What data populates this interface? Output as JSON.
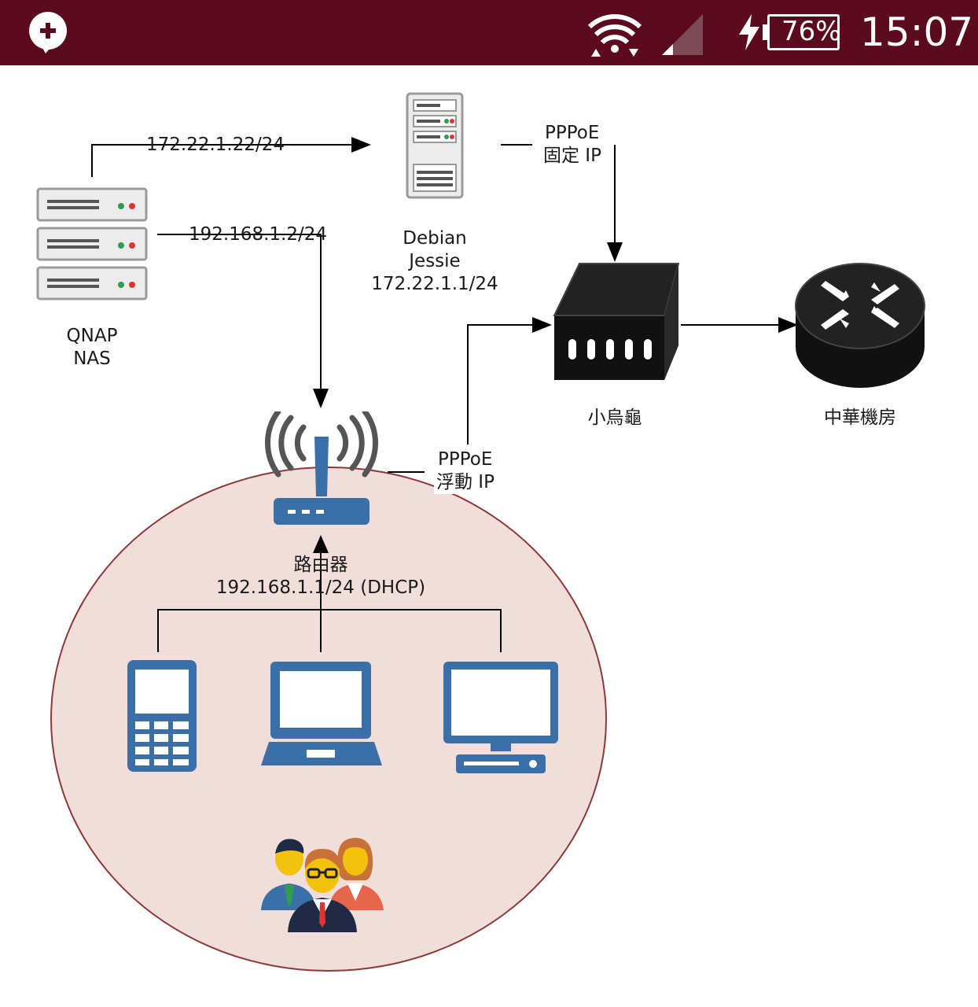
{
  "status_bar": {
    "app_icon": "chat-plus-icon",
    "wifi_icon": "wifi-icon",
    "signal_icon": "cellular-signal-icon",
    "charging_icon": "charging-bolt-icon",
    "battery_level": "76%",
    "time": "15:07",
    "background_color": "#5c0a1e"
  },
  "diagram": {
    "nodes": {
      "nas": {
        "name_line1": "QNAP",
        "name_line2": "NAS",
        "icon": "server-rack-icon"
      },
      "debian": {
        "name_line1": "Debian",
        "name_line2": "Jessie",
        "ip": "172.22.1.1/24",
        "icon": "tower-server-icon"
      },
      "turtle": {
        "name": "小烏龜",
        "icon": "modem-icon"
      },
      "cht": {
        "name": "中華機房",
        "icon": "router-hub-icon"
      },
      "router": {
        "name": "路由器",
        "ip": "192.168.1.1/24 (DHCP)",
        "icon": "wireless-router-icon"
      },
      "phone": {
        "icon": "mobile-phone-icon"
      },
      "laptop": {
        "icon": "laptop-icon"
      },
      "desktop": {
        "icon": "desktop-computer-icon"
      },
      "users": {
        "icon": "users-group-icon"
      }
    },
    "edges": {
      "nas_to_debian": "172.22.1.22/24",
      "nas_to_router": "192.168.1.2/24",
      "debian_pppoe_line1": "PPPoE",
      "debian_pppoe_line2": "固定 IP",
      "router_pppoe_line1": "PPPoE",
      "router_pppoe_line2": "浮動 IP"
    },
    "lan_zone_color": "#f1ddd9"
  }
}
